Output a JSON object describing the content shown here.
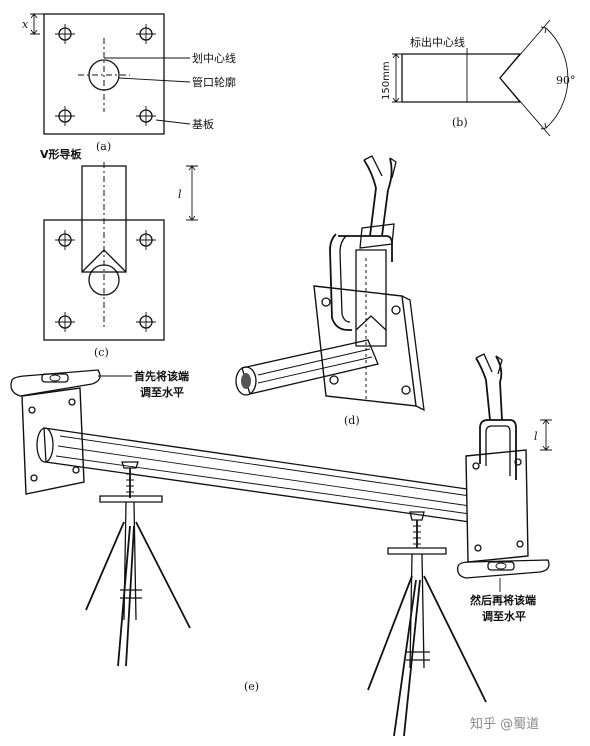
{
  "panel_a": {
    "dim_x": "x",
    "label_center": "划中心线",
    "label_pipe": "管口轮廓",
    "label_base": "基板",
    "caption": "(a)"
  },
  "panel_b": {
    "label_mark": "标出中心线",
    "dim_height": "150mm",
    "angle": "90°",
    "caption": "(b)"
  },
  "panel_c": {
    "label_guide": "V形导板",
    "dim_l": "l",
    "caption": "(c)"
  },
  "panel_d": {
    "caption": "(d)"
  },
  "panel_e": {
    "note_first_1": "首先将该端",
    "note_first_2": "调至水平",
    "note_then_1": "然后再将该端",
    "note_then_2": "调至水平",
    "dim_l": "l",
    "caption": "(e)"
  },
  "watermark": "知乎 @蜀道",
  "colors": {
    "ink": "#111111",
    "paper": "#ffffff",
    "watermark": "#8a8a8a"
  }
}
